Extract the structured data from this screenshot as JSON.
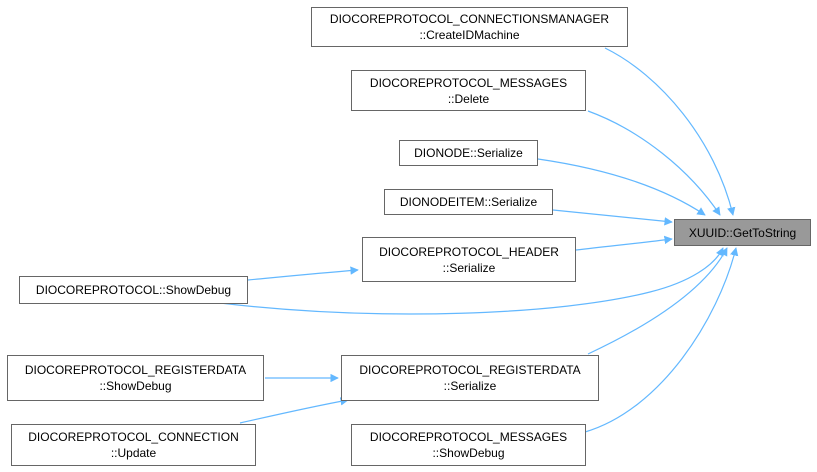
{
  "colors": {
    "edge": "#63b8ff",
    "border": "#666666",
    "focus_fill": "#999999"
  },
  "focus": {
    "line1": "XUUID::GetToString"
  },
  "nodes": {
    "create_id": {
      "line1": "DIOCOREPROTOCOL_CONNECTIONSMANAGER",
      "line2": "::CreateIDMachine"
    },
    "msg_delete": {
      "line1": "DIOCOREPROTOCOL_MESSAGES",
      "line2": "::Delete"
    },
    "dionode": {
      "line1": "DIONODE::Serialize"
    },
    "dionodeitem": {
      "line1": "DIONODEITEM::Serialize"
    },
    "header": {
      "line1": "DIOCOREPROTOCOL_HEADER",
      "line2": "::Serialize"
    },
    "showdebug": {
      "line1": "DIOCOREPROTOCOL::ShowDebug"
    },
    "regdata_show": {
      "line1": "DIOCOREPROTOCOL_REGISTERDATA",
      "line2": "::ShowDebug"
    },
    "regdata_ser": {
      "line1": "DIOCOREPROTOCOL_REGISTERDATA",
      "line2": "::Serialize"
    },
    "conn_update": {
      "line1": "DIOCOREPROTOCOL_CONNECTION",
      "line2": "::Update"
    },
    "msg_show": {
      "line1": "DIOCOREPROTOCOL_MESSAGES",
      "line2": "::ShowDebug"
    }
  }
}
